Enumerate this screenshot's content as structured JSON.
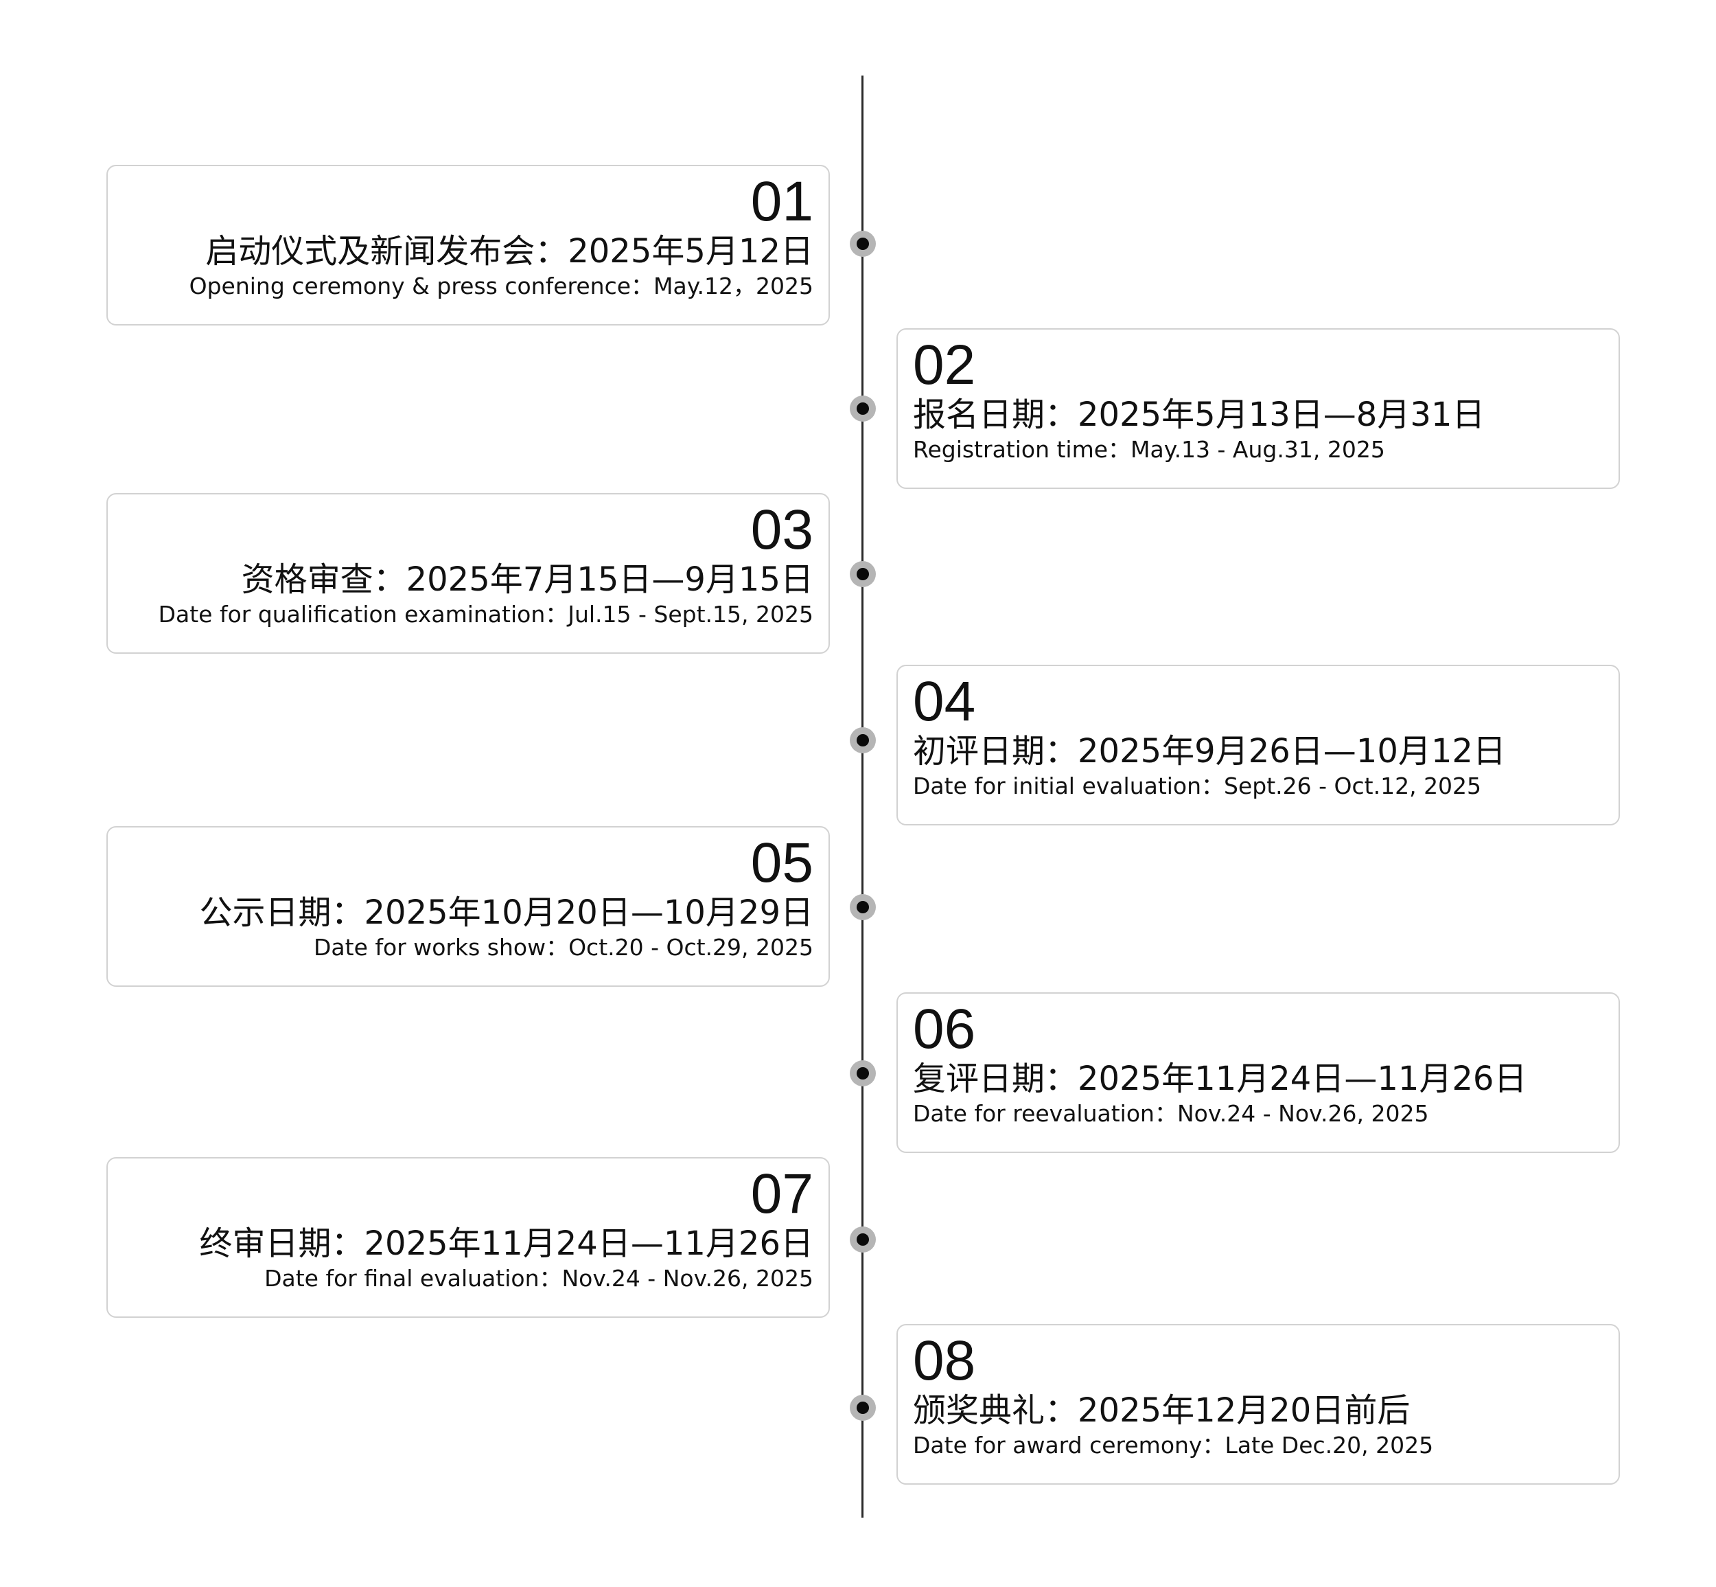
{
  "events": [
    {
      "number": "01",
      "title": "启动仪式及新闻发布会：2025年5月12日",
      "subtitle": "Opening ceremony & press conference：May.12，2025"
    },
    {
      "number": "02",
      "title": "报名日期：2025年5月13日—8月31日",
      "subtitle": "Registration time：May.13 - Aug.31, 2025"
    },
    {
      "number": "03",
      "title": "资格审查：2025年7月15日—9月15日",
      "subtitle": "Date for qualification examination：Jul.15 - Sept.15, 2025"
    },
    {
      "number": "04",
      "title": "初评日期：2025年9月26日—10月12日",
      "subtitle": "Date for initial evaluation：Sept.26 - Oct.12, 2025"
    },
    {
      "number": "05",
      "title": "公示日期：2025年10月20日—10月29日",
      "subtitle": "Date for works show：Oct.20 - Oct.29, 2025"
    },
    {
      "number": "06",
      "title": "复评日期：2025年11月24日—11月26日",
      "subtitle": "Date for reevaluation：Nov.24 - Nov.26, 2025"
    },
    {
      "number": "07",
      "title": "终审日期：2025年11月24日—11月26日",
      "subtitle": "Date for final evaluation：Nov.24 - Nov.26, 2025"
    },
    {
      "number": "08",
      "title": "颁奖典礼：2025年12月20日前后",
      "subtitle": "Date for award ceremony：Late Dec.20, 2025"
    }
  ]
}
